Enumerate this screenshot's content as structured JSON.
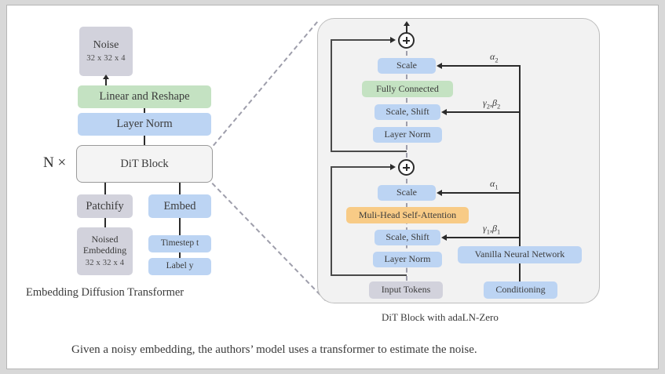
{
  "figure": {
    "bottom_caption": "Given a noisy embedding, the authors’ model uses a transformer to estimate the noise.",
    "left_caption": "Embedding Diffusion Transformer",
    "right_caption": "DiT Block with adaLN-Zero"
  },
  "left_diagram": {
    "repeat_label": "N ×",
    "nodes": {
      "noise": {
        "label": "Noise",
        "shape": "32 x 32 x 4",
        "color": "#d2d2dc"
      },
      "linear_reshape": {
        "label": "Linear and Reshape",
        "color": "#c4e2c2"
      },
      "layer_norm": {
        "label": "Layer Norm",
        "color": "#bcd4f3"
      },
      "dit_block": {
        "label": "DiT Block",
        "color": "#f4f4f4"
      },
      "patchify": {
        "label": "Patchify",
        "color": "#d2d2dc"
      },
      "embed": {
        "label": "Embed",
        "color": "#bcd4f3"
      },
      "noised_embedding": {
        "label_line1": "Noised",
        "label_line2": "Embedding",
        "shape": "32 x 32 x 4",
        "color": "#d2d2dc"
      },
      "timestep": {
        "label": "Timestep t",
        "color": "#bcd4f3"
      },
      "label_y": {
        "label": "Label y",
        "color": "#bcd4f3"
      }
    }
  },
  "right_diagram": {
    "title": "DiT Block with adaLN-Zero",
    "nodes": {
      "scale_top": {
        "label": "Scale",
        "color": "#bcd4f3"
      },
      "fully_connected": {
        "label": "Fully Connected",
        "color": "#c4e2c2"
      },
      "scale_shift_top": {
        "label": "Scale, Shift",
        "color": "#bcd4f3"
      },
      "layer_norm_top": {
        "label": "Layer Norm",
        "color": "#bcd4f3"
      },
      "scale_bottom": {
        "label": "Scale",
        "color": "#bcd4f3"
      },
      "multi_head_self_attention": {
        "label": "Muli-Head Self-Attention",
        "color": "#f8cb86"
      },
      "scale_shift_bottom": {
        "label": "Scale, Shift",
        "color": "#bcd4f3"
      },
      "layer_norm_bottom": {
        "label": "Layer Norm",
        "color": "#bcd4f3"
      },
      "input_tokens": {
        "label": "Input Tokens",
        "color": "#d2d2dc"
      },
      "vanilla_neural_network": {
        "label": "Vanilla Neural Network",
        "color": "#bcd4f3"
      },
      "conditioning": {
        "label": "Conditioning",
        "color": "#bcd4f3"
      }
    },
    "conditioning_signals": {
      "alpha_2": {
        "symbol": "α",
        "subscript": "2"
      },
      "gamma_beta_2": {
        "symbol": "γ",
        "subscript": "2",
        "symbol2": "β",
        "subscript2": "2"
      },
      "alpha_1": {
        "symbol": "α",
        "subscript": "1"
      },
      "gamma_beta_1": {
        "symbol": "γ",
        "subscript": "1",
        "symbol2": "β",
        "subscript2": "1"
      }
    },
    "operators": {
      "residual_add_top": "+",
      "residual_add_bottom": "+"
    }
  }
}
